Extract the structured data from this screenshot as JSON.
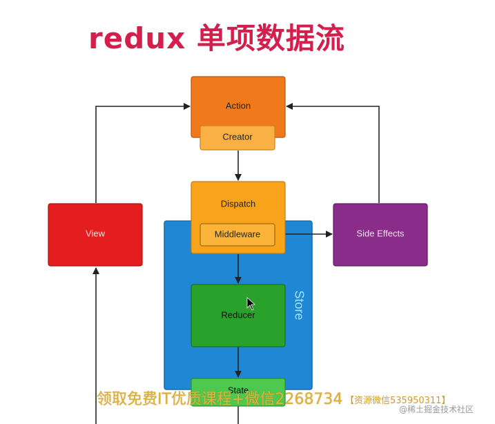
{
  "title": "redux 单项数据流",
  "nodes": {
    "action": "Action",
    "creator": "Creator",
    "dispatch": "Dispatch",
    "middleware": "Middleware",
    "view": "View",
    "side_effects": "Side Effects",
    "store": "Store",
    "reducer": "Reducer",
    "state": "State"
  },
  "colors": {
    "title": "#d21f4d",
    "action": "#f07a1b",
    "creator": "#fbb046",
    "dispatch": "#f9a31a",
    "middleware": "#fbb33a",
    "view": "#e41e1e",
    "side_effects": "#8a2c8a",
    "store": "#1f87d4",
    "reducer": "#2aa12a",
    "state": "#4ec84e",
    "arrow": "#222222"
  },
  "watermark": {
    "promo": "领取免费IT优质课程+微信2268734",
    "contact": "【资源微信535950311】",
    "community": "@稀土掘金技术社区"
  }
}
